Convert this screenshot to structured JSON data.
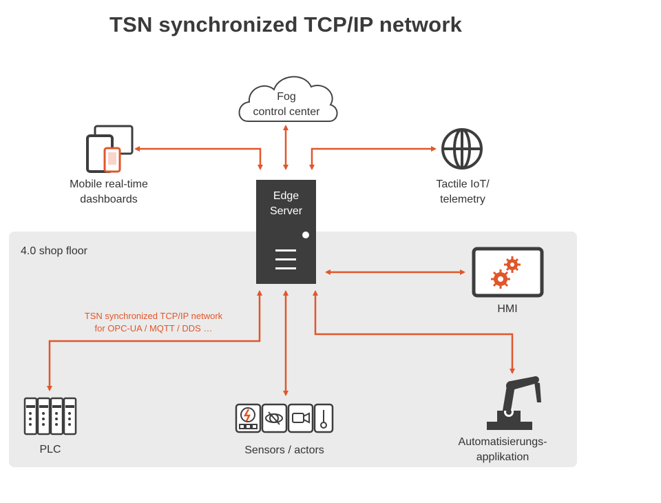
{
  "title": "TSN synchronized TCP/IP network",
  "fog": {
    "line1": "Fog",
    "line2": "control center"
  },
  "edge": {
    "line1": "Edge",
    "line2": "Server"
  },
  "mobile": {
    "line1": "Mobile real-time",
    "line2": "dashboards"
  },
  "iot": {
    "line1": "Tactile IoT/",
    "line2": "telemetry"
  },
  "shop_floor": {
    "label": "4.0 shop floor"
  },
  "network_note": {
    "line1": "TSN synchronized TCP/IP network",
    "line2": "for OPC-UA / MQTT / DDS …"
  },
  "hmi": {
    "label": "HMI"
  },
  "plc": {
    "label": "PLC"
  },
  "sensors": {
    "label": "Sensors / actors"
  },
  "automation": {
    "line1": "Automatisierungs-",
    "line2": "applikation"
  },
  "colors": {
    "accent": "#e0562a",
    "dark": "#3d3d3d",
    "panel": "#ebebeb"
  }
}
